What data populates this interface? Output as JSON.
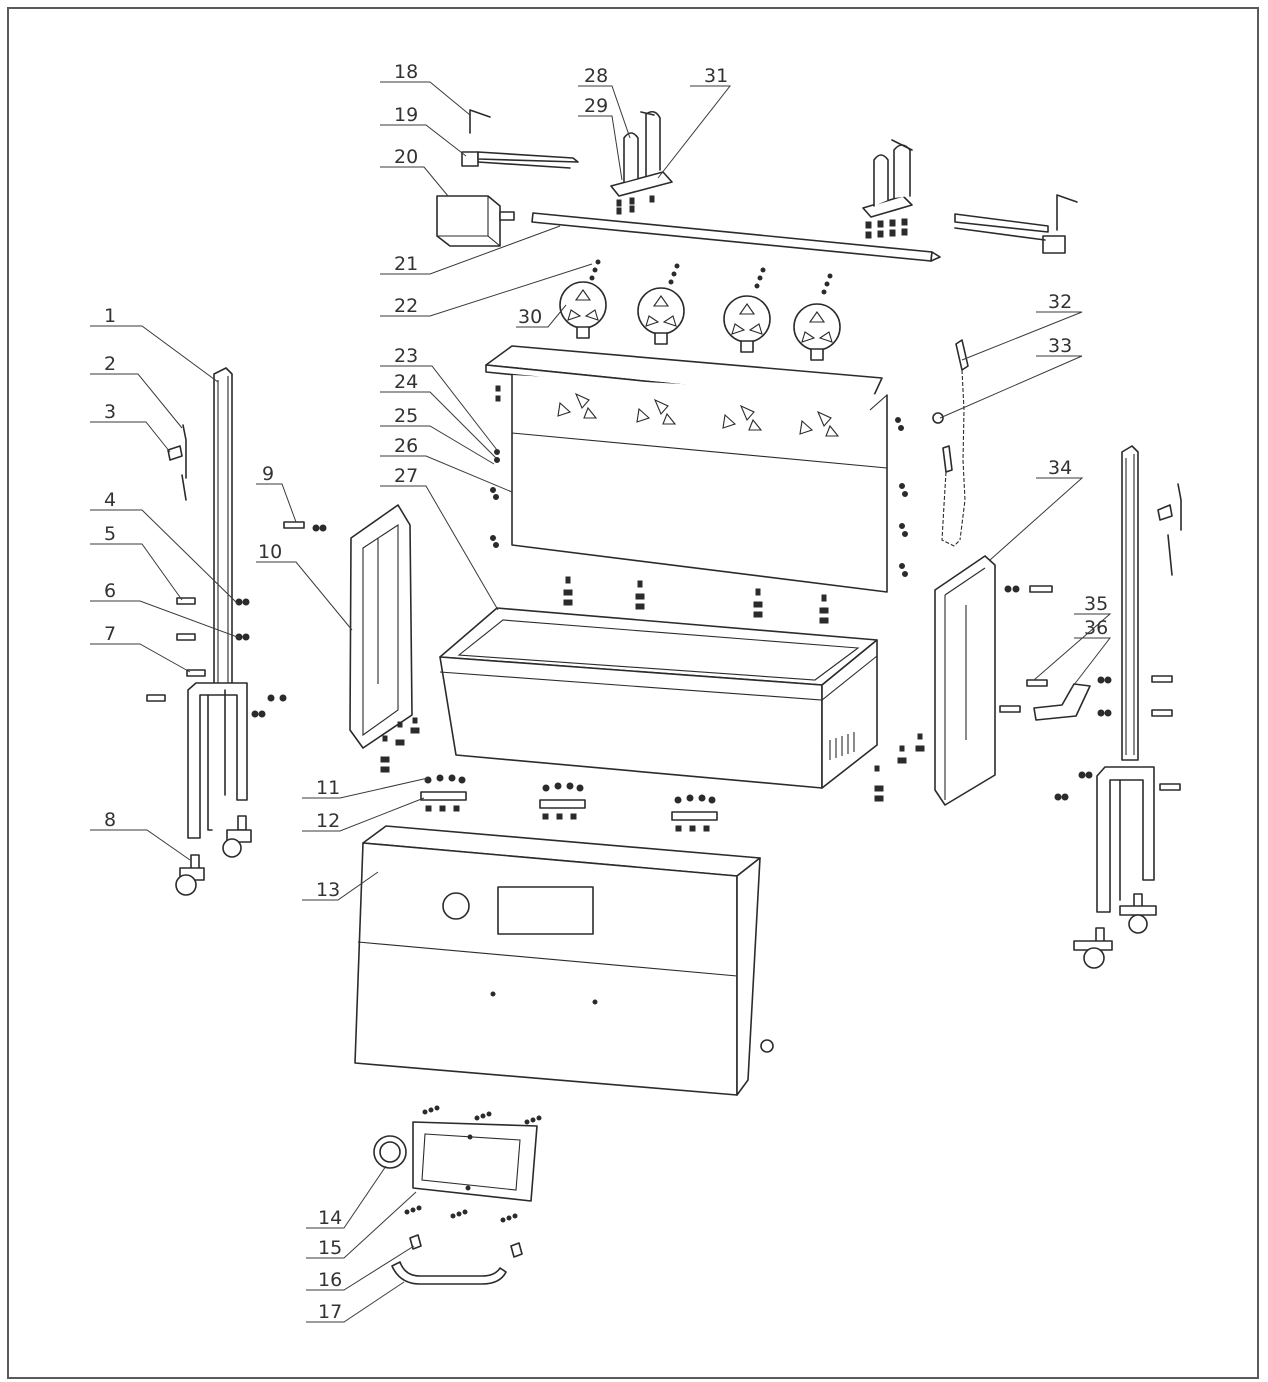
{
  "callouts": [
    {
      "label": "1"
    },
    {
      "label": "2"
    },
    {
      "label": "3"
    },
    {
      "label": "4"
    },
    {
      "label": "5"
    },
    {
      "label": "6"
    },
    {
      "label": "7"
    },
    {
      "label": "8"
    },
    {
      "label": "9"
    },
    {
      "label": "10"
    },
    {
      "label": "11"
    },
    {
      "label": "12"
    },
    {
      "label": "13"
    },
    {
      "label": "14"
    },
    {
      "label": "15"
    },
    {
      "label": "16"
    },
    {
      "label": "17"
    },
    {
      "label": "18"
    },
    {
      "label": "19"
    },
    {
      "label": "20"
    },
    {
      "label": "21"
    },
    {
      "label": "22"
    },
    {
      "label": "23"
    },
    {
      "label": "24"
    },
    {
      "label": "25"
    },
    {
      "label": "26"
    },
    {
      "label": "27"
    },
    {
      "label": "28"
    },
    {
      "label": "29"
    },
    {
      "label": "30"
    },
    {
      "label": "31"
    },
    {
      "label": "32"
    },
    {
      "label": "33"
    },
    {
      "label": "34"
    },
    {
      "label": "35"
    },
    {
      "label": "36"
    }
  ],
  "colors": {
    "line": "#2b2b2b",
    "frame": "#5a5a5a",
    "background": "#ffffff"
  }
}
